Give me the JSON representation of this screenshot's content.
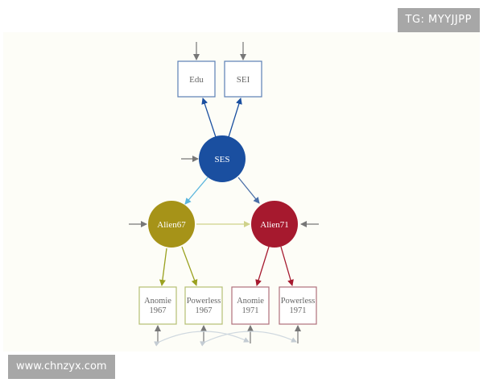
{
  "watermarks": {
    "top_right": "TG: MYYJJPP",
    "bottom_left": "www.chnzyx.com"
  },
  "diagram": {
    "observed": {
      "edu": "Edu",
      "sei": "SEI",
      "anomie67": [
        "Anomie",
        "1967"
      ],
      "powerless67": [
        "Powerless",
        "1967"
      ],
      "anomie71": [
        "Anomie",
        "1971"
      ],
      "powerless71": [
        "Powerless",
        "1971"
      ]
    },
    "latent": {
      "ses": "SES",
      "alien67": "Alien67",
      "alien71": "Alien71"
    },
    "colors": {
      "ses": "#1a4fa0",
      "alien67": "#a69318",
      "alien71": "#a6192e",
      "edu_sei_border": "#5b7fb5",
      "alien67_border": "#b5bf73",
      "alien71_border": "#b0707c",
      "arrow_ses_to_alien67": "#5bb6dd",
      "arrow_ses_to_alien71": "#4a6fa8",
      "arrow_alien67_to_alien71": "#cfd28a",
      "error_arrow": "#777777",
      "covariance_arc": "#cfd8df"
    }
  }
}
